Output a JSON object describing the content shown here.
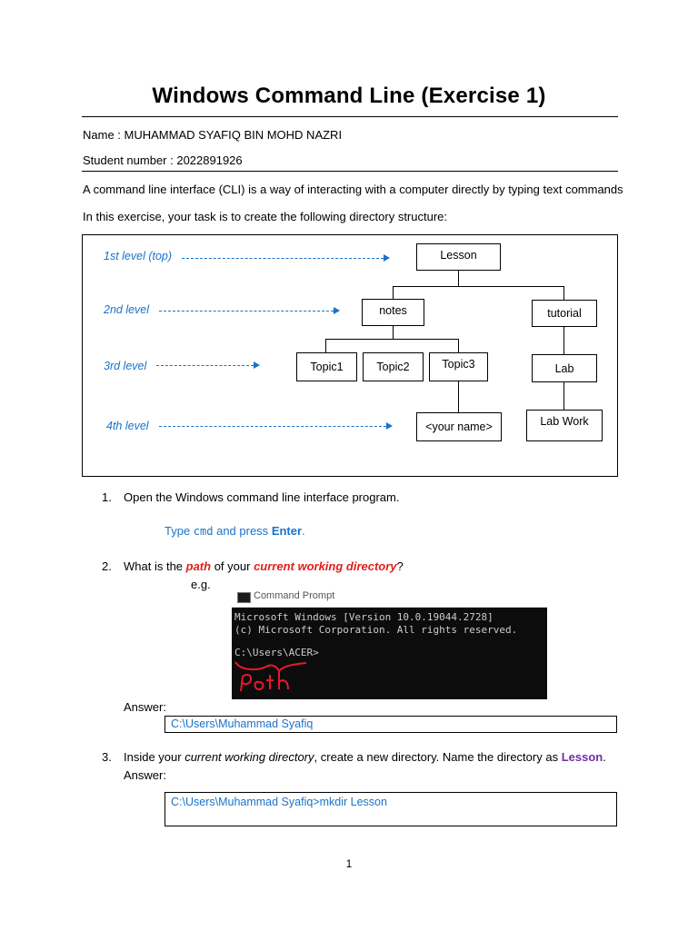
{
  "doc": {
    "title": "Windows Command Line (Exercise 1)",
    "name_line": "Name : MUHAMMAD SYAFIQ BIN  MOHD NAZRI",
    "student_line": "Student number : 2022891926",
    "intro": "A command line interface (CLI) is a way of interacting with a computer directly by typing text commands",
    "task": "In this exercise, your task is to create the following directory structure:",
    "page_number": "1"
  },
  "diagram": {
    "levels": [
      "1st level (top)",
      "2nd level",
      "3rd level",
      "4th level"
    ],
    "nodes": {
      "lesson": "Lesson",
      "notes": "notes",
      "tutorial": "tutorial",
      "topic1": "Topic1",
      "topic2": "Topic2",
      "topic3": "Topic3",
      "lab": "Lab",
      "your_name": "<your name>",
      "lab_work": "Lab Work"
    }
  },
  "q1": {
    "number": "1.",
    "text": "Open the Windows command line interface program.",
    "hint_prefix": "Type ",
    "hint_cmd": "cmd",
    "hint_mid": " and press ",
    "hint_key": "Enter",
    "hint_end": "."
  },
  "q2": {
    "number": "2.",
    "text_a": "What is the ",
    "text_path": "path",
    "text_b": " of your ",
    "text_cwd": "current working directory",
    "text_c": "?",
    "eg": "e.g.",
    "answer_label": "Answer:",
    "answer": "C:\\Users\\Muhammad Syafiq",
    "cmd_title": "Command Prompt",
    "cmd_line1": "Microsoft Windows [Version 10.0.19044.2728]",
    "cmd_line2": "(c) Microsoft Corporation. All rights reserved.",
    "cmd_prompt": "C:\\Users\\ACER>",
    "handwritten": "path"
  },
  "q3": {
    "number": "3.",
    "text_a": "Inside your ",
    "text_cwd": "current working directory",
    "text_b": ", create a new directory. Name the directory as ",
    "text_lesson": "Lesson",
    "text_c": ".",
    "answer_label": "Answer:",
    "answer": "C:\\Users\\Muhammad Syafiq>mkdir Lesson"
  },
  "colors": {
    "blue": "#1a73c9",
    "red": "#e0201b",
    "purple": "#7030a0",
    "handwriting_red": "#e8192c"
  }
}
